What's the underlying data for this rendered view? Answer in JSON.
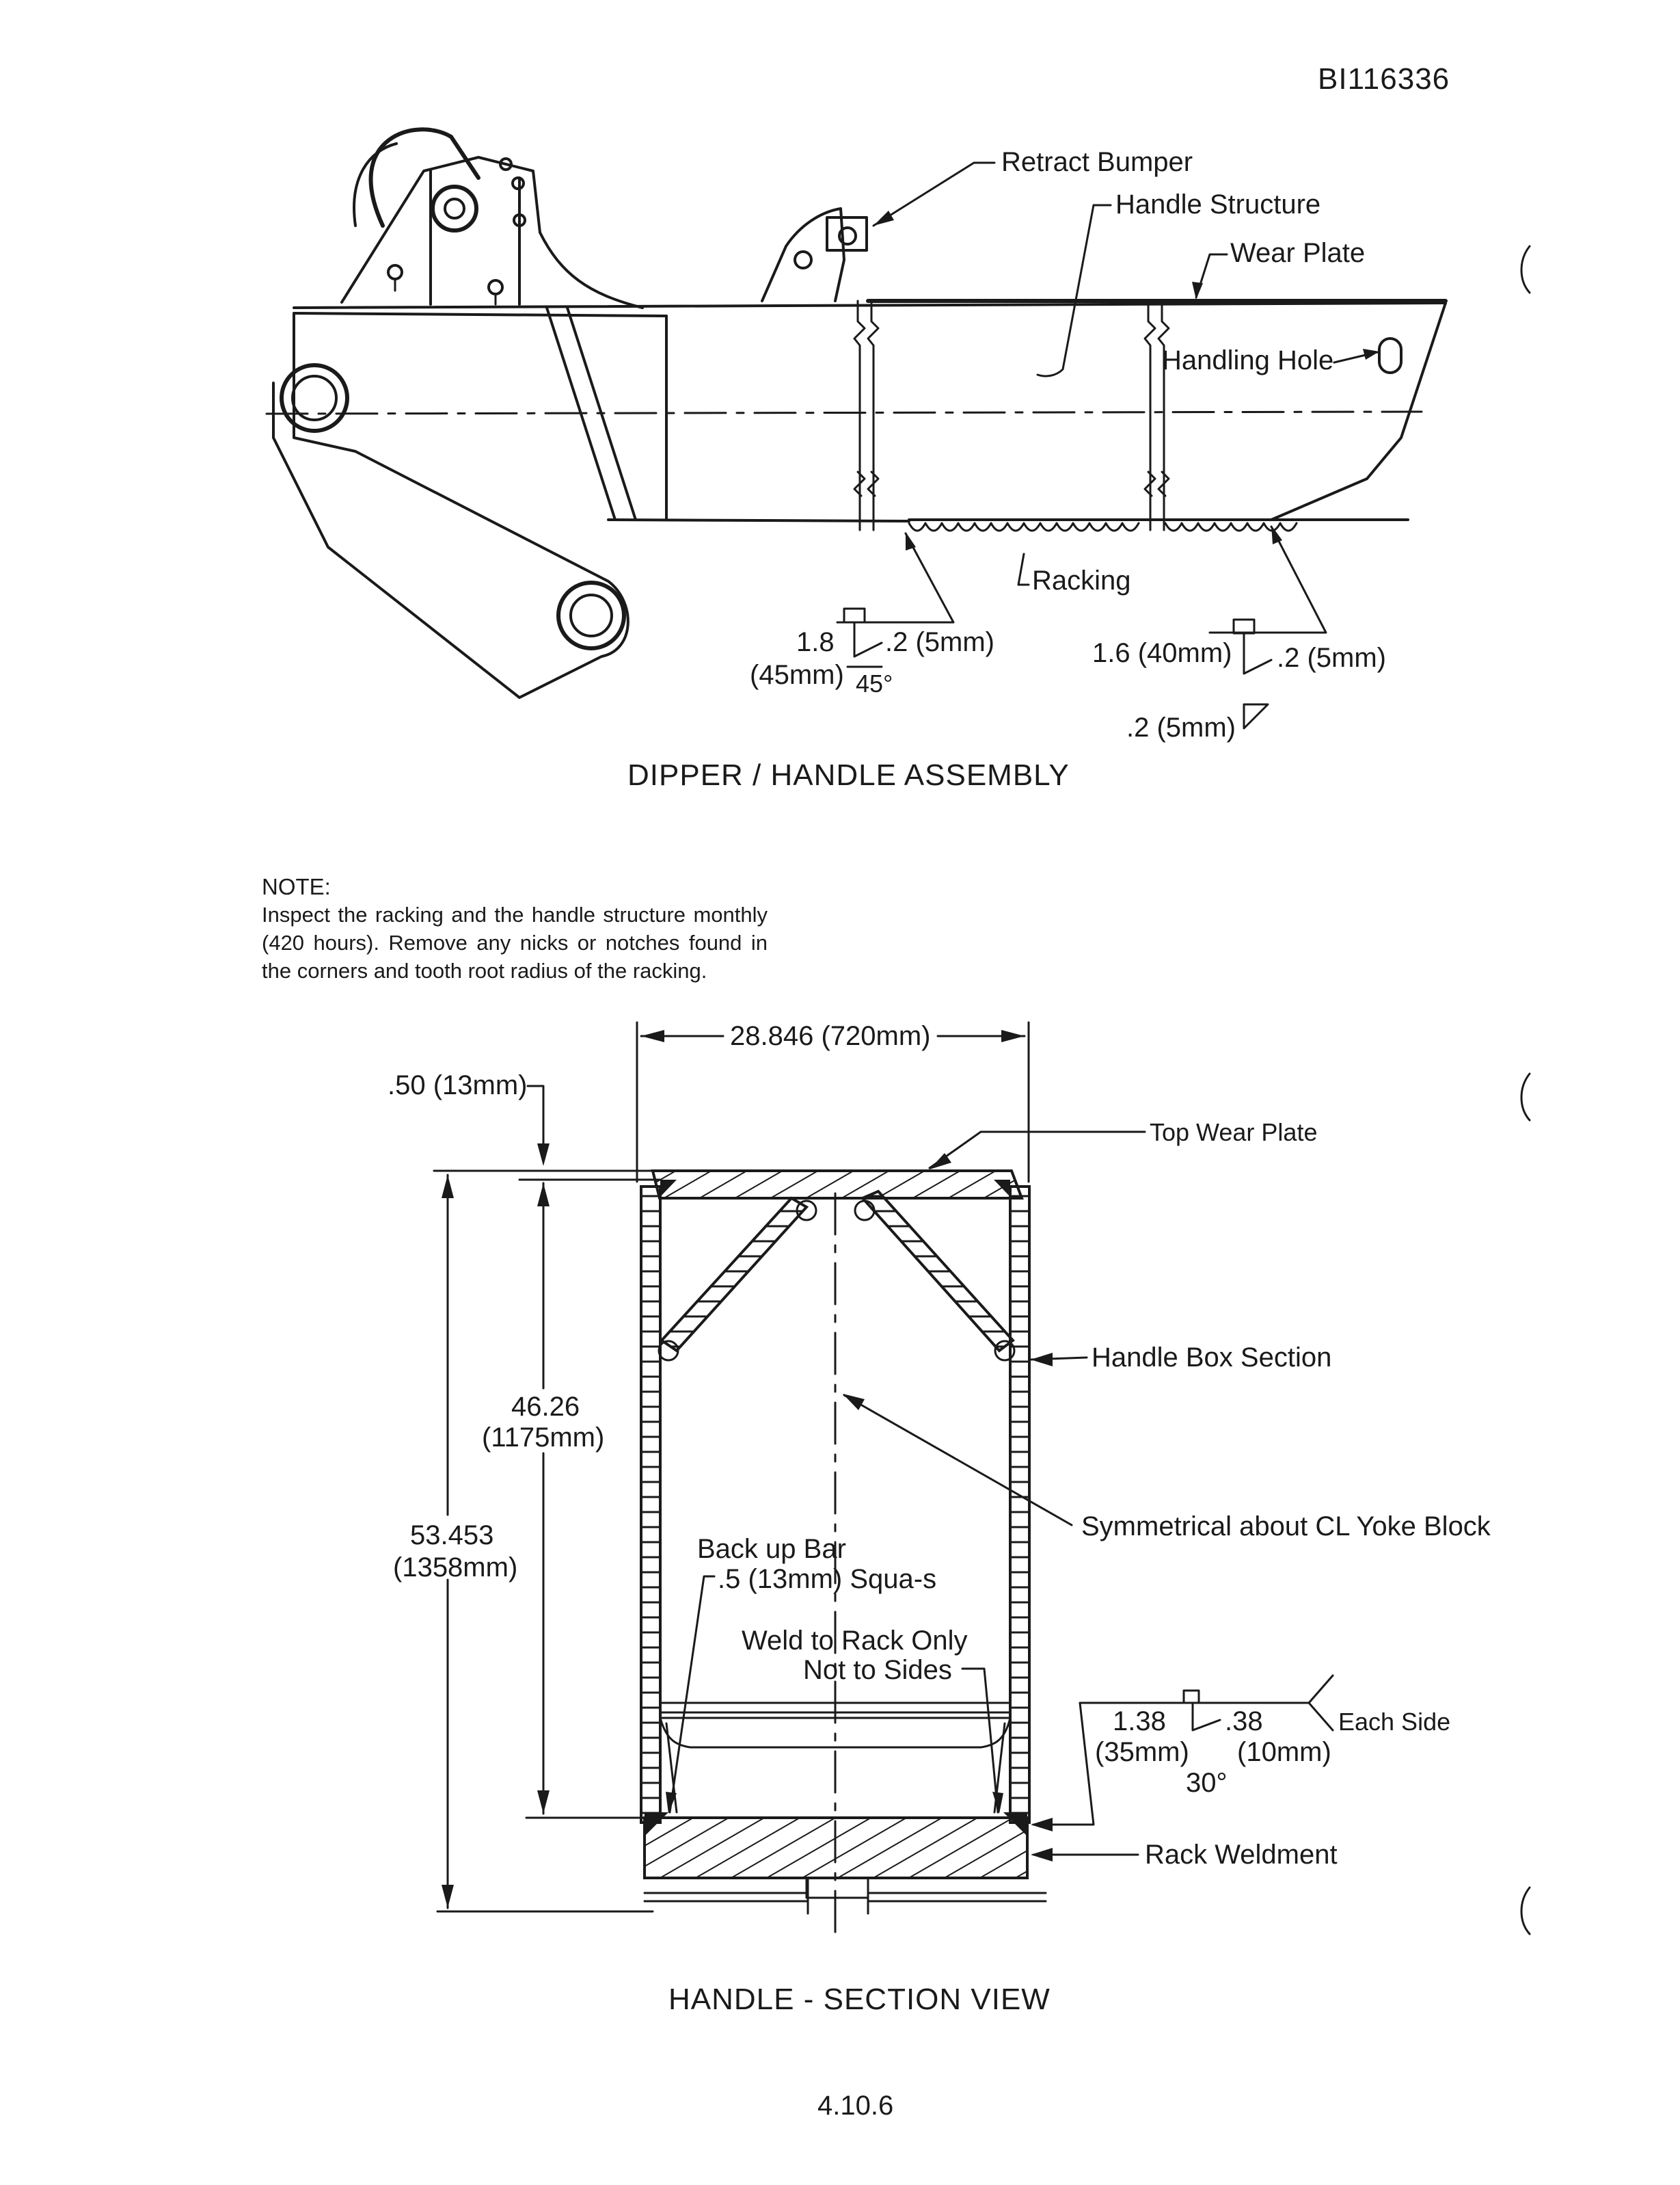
{
  "document_id": "BI116336",
  "page_number": "4.10.6",
  "top_diagram": {
    "title": "DIPPER / HANDLE ASSEMBLY",
    "labels": {
      "retract_bumper": "Retract Bumper",
      "handle_structure": "Handle Structure",
      "wear_plate": "Wear Plate",
      "handling_hole": "Handling Hole",
      "racking": "Racking"
    },
    "weld_left": {
      "size_in": "1.8",
      "size_mm": "(45mm)",
      "leg": ".2 (5mm)",
      "angle": "45°"
    },
    "weld_right": {
      "size": "1.6 (40mm)",
      "leg": ".2 (5mm)",
      "fillet": ".2 (5mm)"
    }
  },
  "note": {
    "heading": "NOTE:",
    "text": "Inspect the racking and the handle structure monthly (420 hours). Remove any nicks or notches found in the corners and tooth root radius of the racking."
  },
  "section_view": {
    "title": "HANDLE - SECTION VIEW",
    "dim_width": "28.846 (720mm)",
    "dim_top_offset": ".50 (13mm)",
    "dim_inner_height": {
      "in": "46.26",
      "mm": "(1175mm)"
    },
    "dim_overall_height": {
      "in": "53.453",
      "mm": "(1358mm)"
    },
    "labels": {
      "top_wear_plate": "Top Wear Plate",
      "handle_box_section": "Handle Box Section",
      "symmetrical": "Symmetrical about CL Yoke Block",
      "backup_bar_1": "Back up Bar",
      "backup_bar_2": ".5 (13mm) Squa-s",
      "weld_rack_1": "Weld to Rack Only",
      "weld_rack_2": "Not to Sides",
      "rack_weldment": "Rack Weldment",
      "each_side": "Each Side"
    },
    "weld": {
      "size_in": "1.38",
      "size_mm": "(35mm)",
      "leg_in": ".38",
      "leg_mm": "(10mm)",
      "angle": "30°"
    }
  }
}
